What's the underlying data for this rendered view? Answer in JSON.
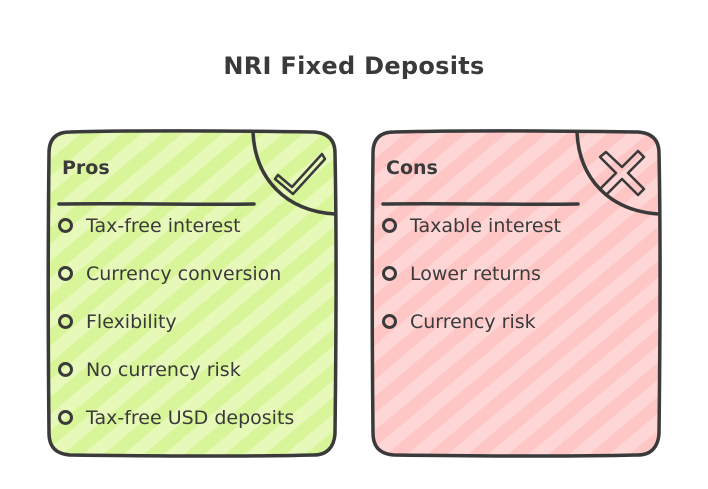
{
  "title": "NRI Fixed Deposits",
  "colors": {
    "pros_fill": "#e6f9b8",
    "pros_hatch": "#d9f59a",
    "cons_fill": "#fed6d6",
    "cons_hatch": "#ffc2c2",
    "stroke": "#3a3a3a"
  },
  "pros": {
    "heading": "Pros",
    "icon": "checkmark-icon",
    "items": [
      "Tax-free interest",
      "Currency conversion",
      "Flexibility",
      "No currency risk",
      "Tax-free USD deposits"
    ]
  },
  "cons": {
    "heading": "Cons",
    "icon": "cross-icon",
    "items": [
      "Taxable interest",
      "Lower returns",
      "Currency risk"
    ]
  }
}
